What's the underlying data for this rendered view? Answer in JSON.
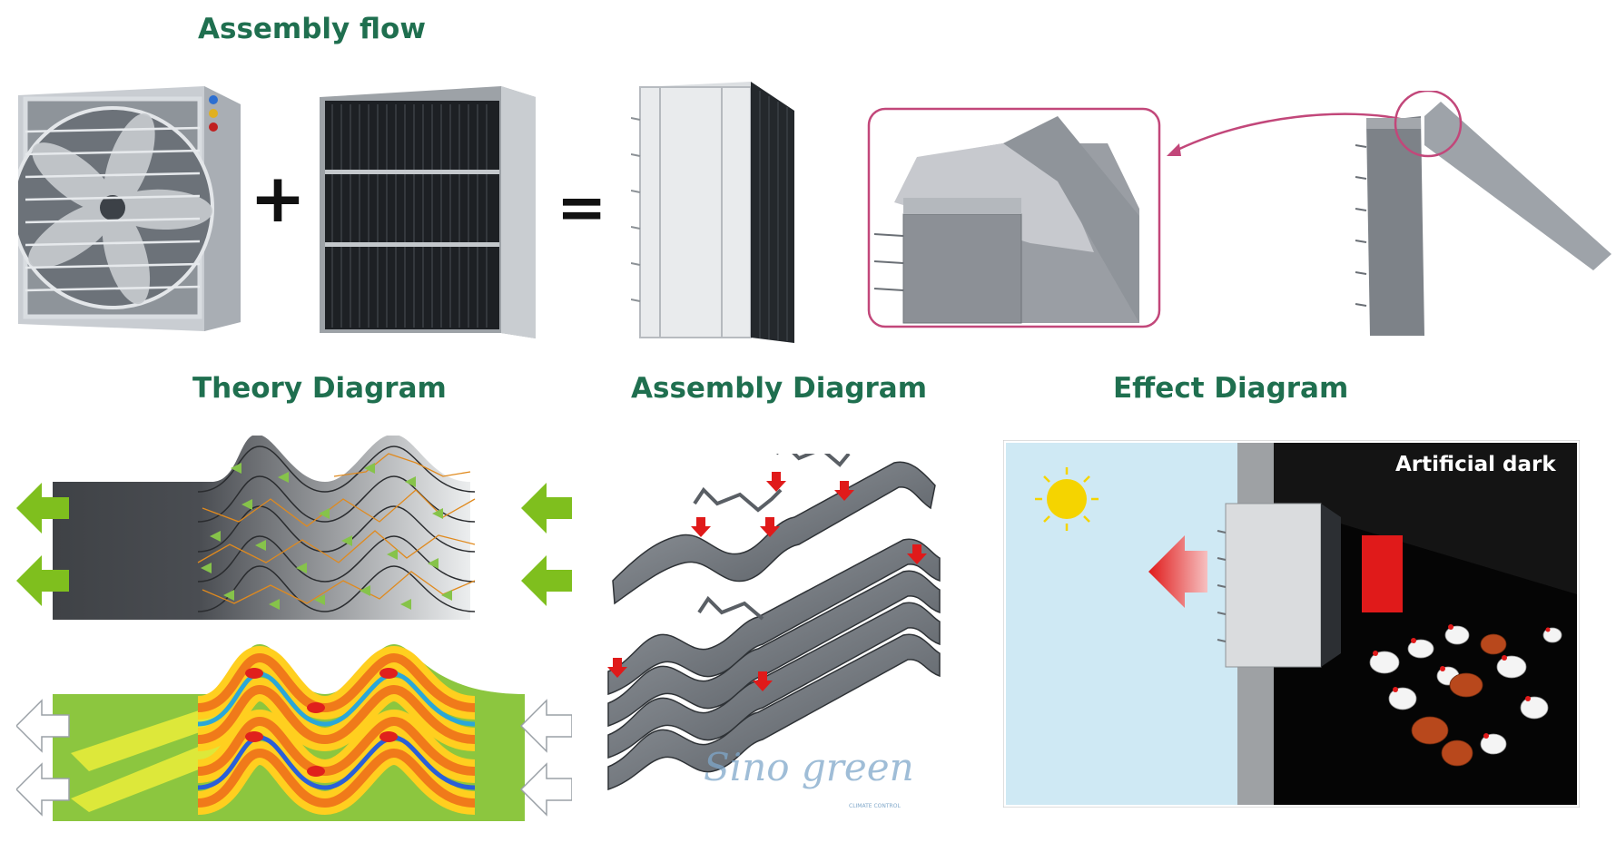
{
  "headings": {
    "assembly_flow": "Assembly flow",
    "theory": "Theory Diagram",
    "assembly": "Assembly Diagram",
    "effect": "Effect Diagram"
  },
  "symbols": {
    "plus": "+",
    "equals": "="
  },
  "effect": {
    "label": "Artificial dark"
  },
  "watermark": {
    "brand": "Sino green",
    "tagline": "CLIMATE CONTROL"
  },
  "colors": {
    "heading": "#1f6f4f",
    "arrow_green": "#7fbf1e",
    "arrow_red": "#e01a1a",
    "sky": "#cfe9f4",
    "sun": "#f5d400",
    "highlight_circle": "#c2477a"
  }
}
